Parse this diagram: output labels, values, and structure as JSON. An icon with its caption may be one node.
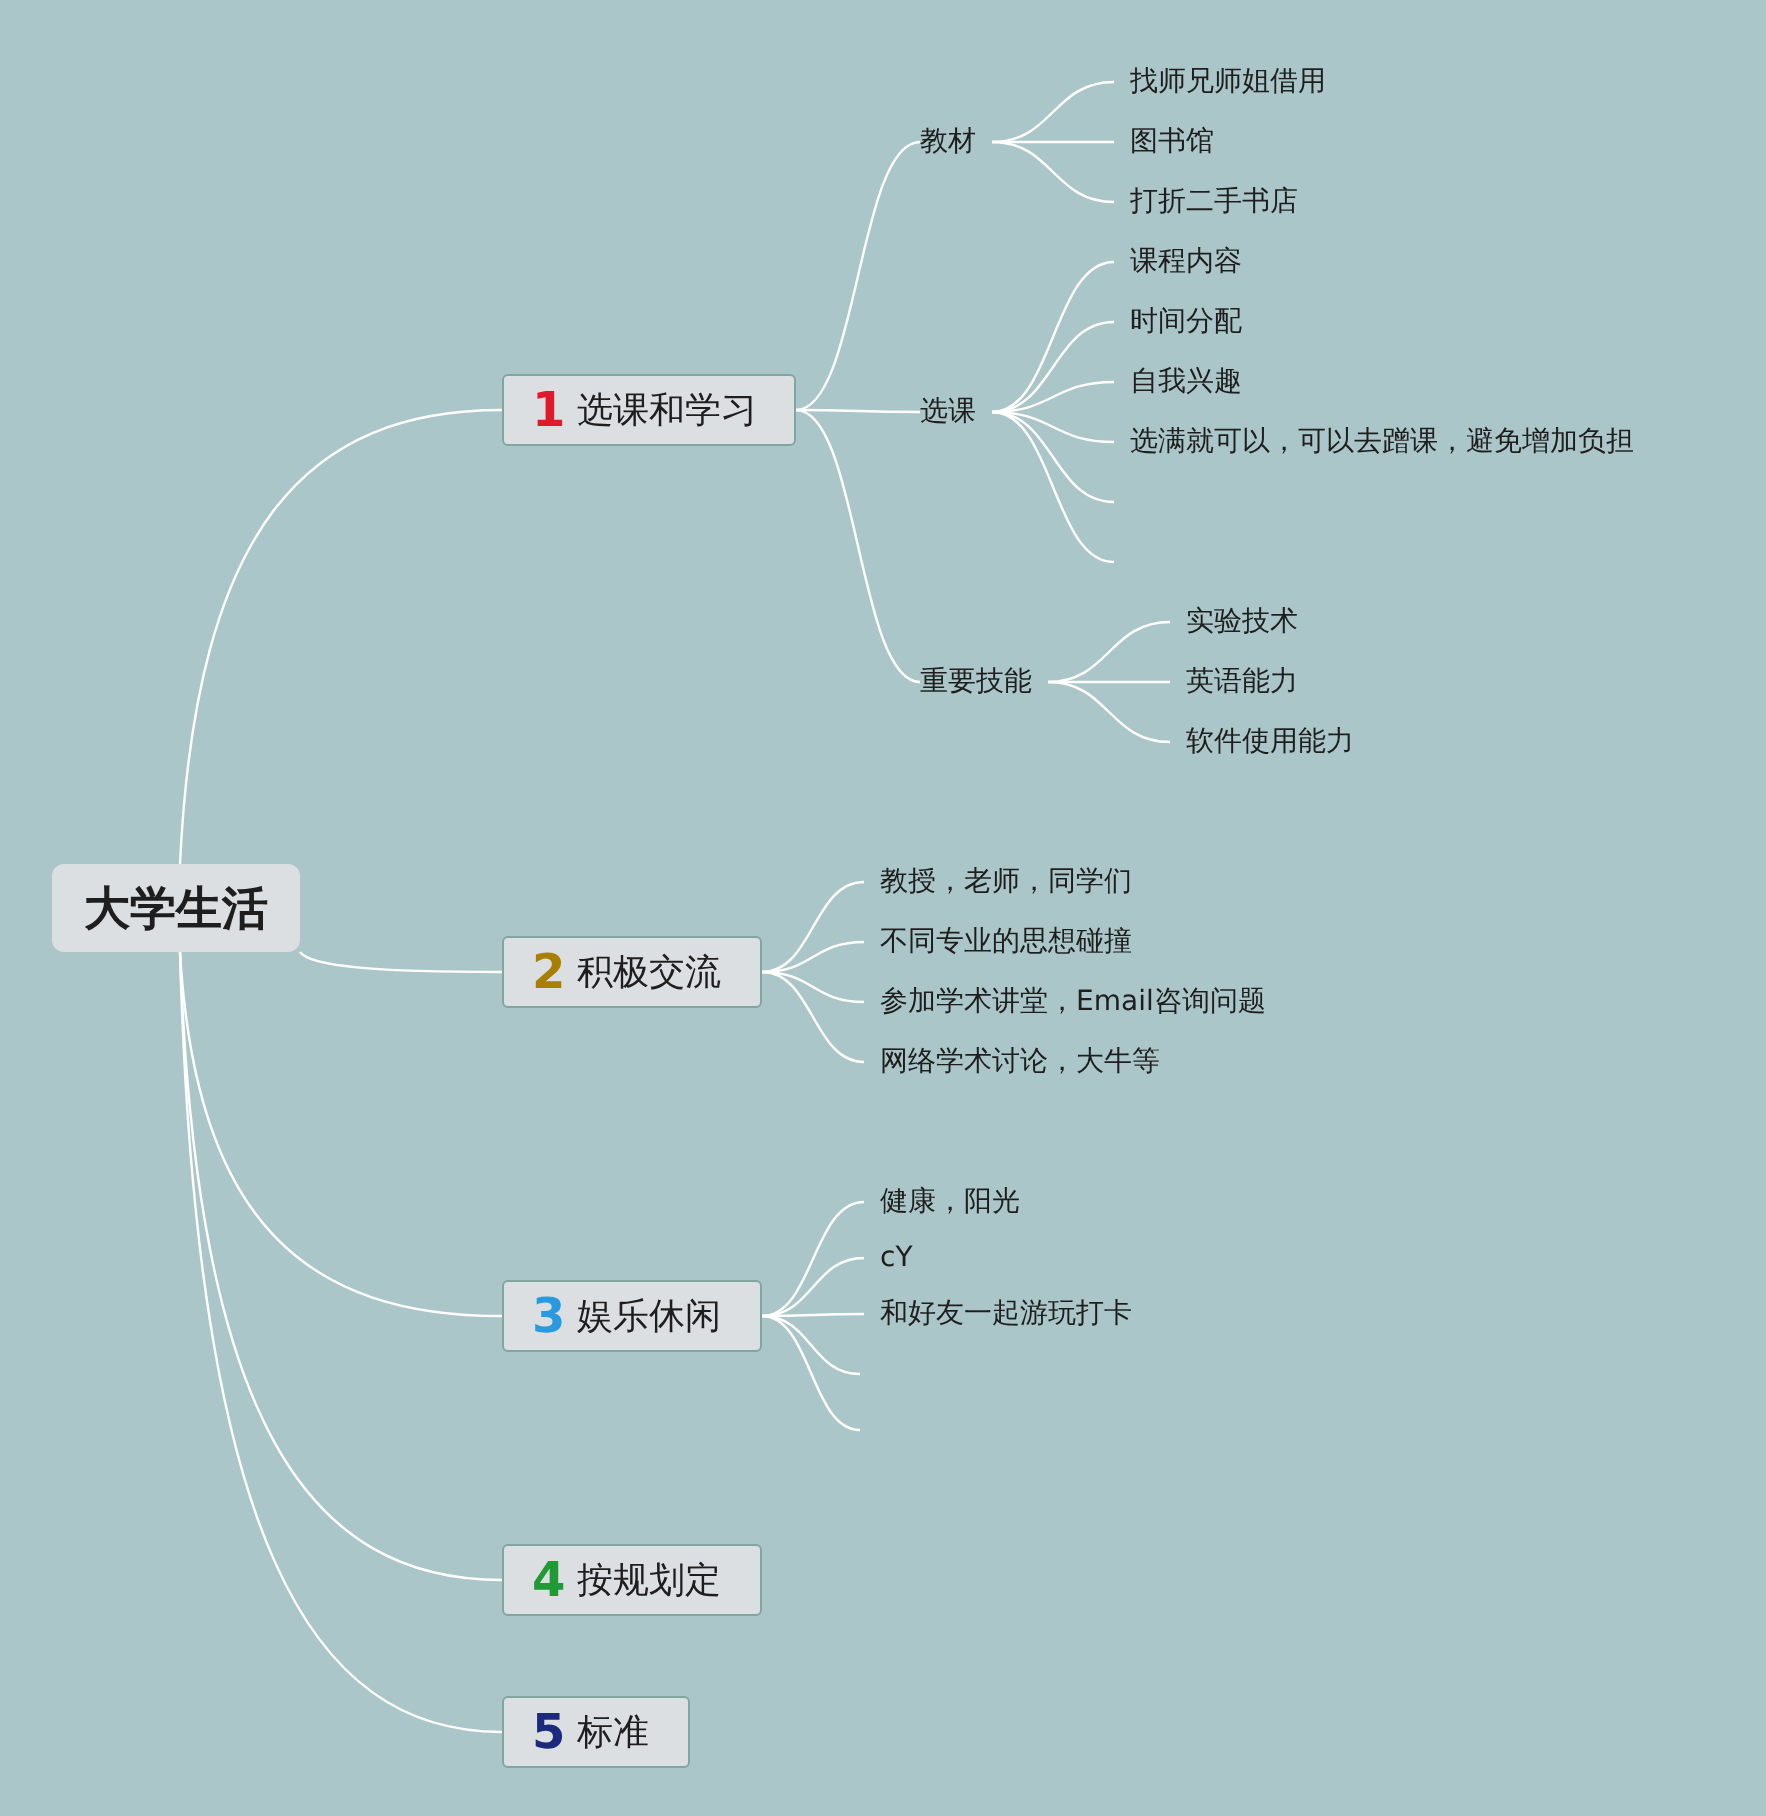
{
  "diagram": {
    "nodes": [
      {
        "text": [
          "大学生活"
        ]
      },
      {
        "text": [
          "1",
          "选课和学习"
        ]
      },
      {
        "text": [
          "教材"
        ]
      },
      {
        "text": [
          "找师兄师姐借用"
        ]
      },
      {
        "text": [
          "图书馆"
        ]
      },
      {
        "text": [
          "打折二手书店"
        ]
      },
      {
        "text": [
          "选课"
        ]
      },
      {
        "text": [
          "课程内容"
        ]
      },
      {
        "text": [
          "时间分配"
        ]
      },
      {
        "text": [
          "自我兴趣"
        ]
      },
      {
        "text": [
          "选满就可以，可以去蹭课，避免增加负担"
        ]
      },
      {
        "text": [
          "重要技能"
        ]
      },
      {
        "text": [
          "实验技术"
        ]
      },
      {
        "text": [
          "英语能力"
        ]
      },
      {
        "text": [
          "软件使用能力"
        ]
      },
      {
        "text": [
          "2",
          "积极交流"
        ]
      },
      {
        "text": [
          "教授，老师，同学们"
        ]
      },
      {
        "text": [
          "不同专业的思想碰撞"
        ]
      },
      {
        "text": [
          "参加学术讲堂，Email咨询问题"
        ]
      },
      {
        "text": [
          "网络学术讨论，大牛等"
        ]
      },
      {
        "text": [
          "3",
          "娱乐休闲"
        ]
      },
      {
        "text": [
          "健康，阳光"
        ]
      },
      {
        "text": [
          "cY"
        ]
      },
      {
        "text": [
          "和好友一起游玩打卡"
        ]
      },
      {
        "text": [
          "4",
          "按规划定"
        ]
      },
      {
        "text": [
          "5",
          "标准"
        ]
      }
    ],
    "edges": [
      {
        "from": 0,
        "to": 1,
        "arrow": "none"
      },
      {
        "from": 0,
        "to": 15,
        "arrow": "none"
      },
      {
        "from": 0,
        "to": 20,
        "arrow": "none"
      },
      {
        "from": 0,
        "to": 24,
        "arrow": "none"
      },
      {
        "from": 0,
        "to": 25,
        "arrow": "none"
      },
      {
        "from": 1,
        "to": 2,
        "arrow": "none"
      },
      {
        "from": 1,
        "to": 6,
        "arrow": "none"
      },
      {
        "from": 1,
        "to": 11,
        "arrow": "none"
      },
      {
        "from": 2,
        "to": 3,
        "arrow": "none"
      },
      {
        "from": 2,
        "to": 4,
        "arrow": "none"
      },
      {
        "from": 2,
        "to": 5,
        "arrow": "none"
      },
      {
        "from": 6,
        "to": 7,
        "arrow": "none"
      },
      {
        "from": 6,
        "to": 8,
        "arrow": "none"
      },
      {
        "from": 6,
        "to": 9,
        "arrow": "none"
      },
      {
        "from": 6,
        "to": 10,
        "arrow": "none"
      },
      {
        "from": 6,
        "to": null,
        "arrow": "none"
      },
      {
        "from": 6,
        "to": null,
        "arrow": "none"
      },
      {
        "from": 11,
        "to": 12,
        "arrow": "none"
      },
      {
        "from": 11,
        "to": 13,
        "arrow": "none"
      },
      {
        "from": 11,
        "to": 14,
        "arrow": "none"
      },
      {
        "from": 15,
        "to": 16,
        "arrow": "none"
      },
      {
        "from": 15,
        "to": 17,
        "arrow": "none"
      },
      {
        "from": 15,
        "to": 18,
        "arrow": "none"
      },
      {
        "from": 15,
        "to": 19,
        "arrow": "none"
      },
      {
        "from": 20,
        "to": 21,
        "arrow": "none"
      },
      {
        "from": 20,
        "to": 22,
        "arrow": "none"
      },
      {
        "from": 20,
        "to": 23,
        "arrow": "none"
      },
      {
        "from": 20,
        "to": null,
        "arrow": "none"
      },
      {
        "from": 20,
        "to": null,
        "arrow": "none"
      }
    ]
  }
}
